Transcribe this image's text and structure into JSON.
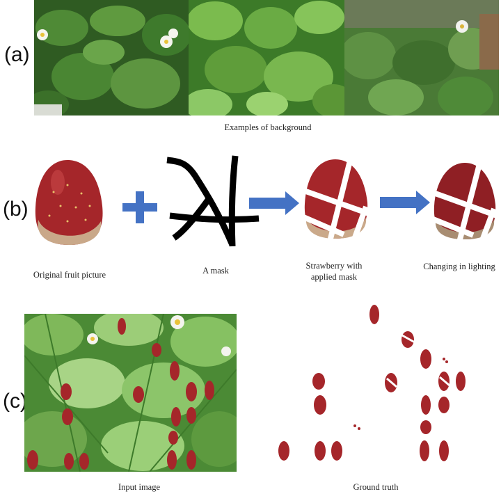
{
  "panels": {
    "a": {
      "label": "(a)",
      "caption": "Examples of background",
      "thumbnails": [
        "background-leaves-with-flowers",
        "background-dense-leaves",
        "background-leaves-greenhouse"
      ]
    },
    "b": {
      "label": "(b)",
      "steps": [
        {
          "name": "original",
          "caption": "Original fruit picture"
        },
        {
          "name": "mask",
          "caption": "A mask"
        },
        {
          "name": "masked",
          "caption": "Strawberry with applied mask"
        },
        {
          "name": "lighting",
          "caption": "Changing in lighting"
        }
      ],
      "operator_plus": "plus-icon",
      "operator_arrow": "arrow-right-icon"
    },
    "c": {
      "label": "(c)",
      "input_caption": "Input image",
      "truth_caption": "Ground truth"
    }
  },
  "colors": {
    "leaf_dark": "#3f7a2e",
    "leaf_light": "#8cc063",
    "strawberry": "#a5262a",
    "arrow_blue": "#4472c4",
    "mask_black": "#000000"
  }
}
